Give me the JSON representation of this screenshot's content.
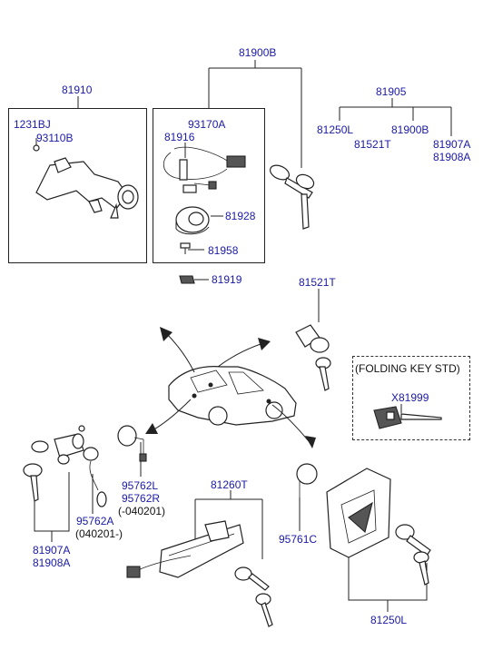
{
  "labels": {
    "p81900B_top": "81900B",
    "p81910": "81910",
    "p81905": "81905",
    "p1231BJ": "1231BJ",
    "p93110B": "93110B",
    "p93170A": "93170A",
    "p81916": "81916",
    "p81928": "81928",
    "p81958": "81958",
    "p81919": "81919",
    "p81250L_right": "81250L",
    "p81521T_right": "81521T",
    "p81900B_right": "81900B",
    "p81907A_right": "81907A",
    "p81908A_right": "81908A",
    "p81521T_mid": "81521T",
    "folding_title": "(FOLDING KEY STD)",
    "pX81999": "X81999",
    "p95762L": "95762L",
    "p95762R": "95762R",
    "date_040201_a": "(-040201)",
    "p95762A": "95762A",
    "date_040201_b": "(040201-)",
    "p81907A_bottom": "81907A",
    "p81908A_bottom": "81908A",
    "p81260T": "81260T",
    "p95761C": "95761C",
    "p81250L_bottom": "81250L"
  },
  "colors": {
    "label_blue": "#1a1aa6",
    "line": "#222222",
    "background": "#ffffff"
  },
  "icons": [
    "ignition-lock-cylinder",
    "door-lock-cylinder",
    "key",
    "folding-key",
    "car-outline",
    "tailgate-lock",
    "trunk-lock",
    "remote-key-fob"
  ]
}
